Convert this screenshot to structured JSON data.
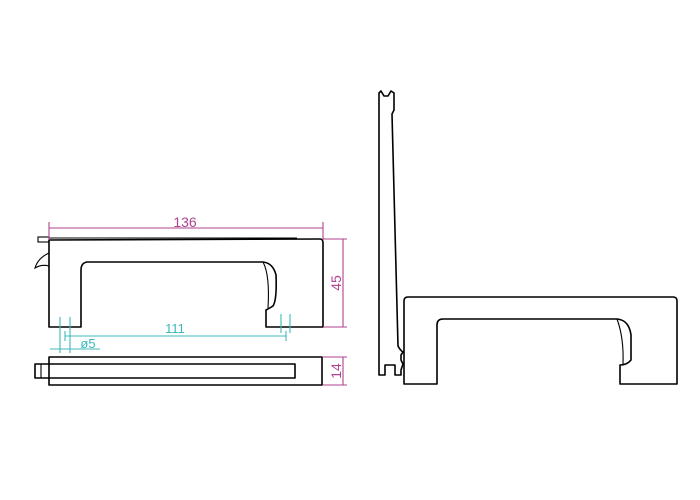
{
  "dimensions": {
    "length": "136",
    "height": "45",
    "hole_spacing": "111",
    "hole_diameter": "ø5",
    "thickness": "14"
  },
  "colors": {
    "outline": "#000000",
    "main_dimensions": "#b0428f",
    "hole_dimensions": "#3cb8bd"
  }
}
